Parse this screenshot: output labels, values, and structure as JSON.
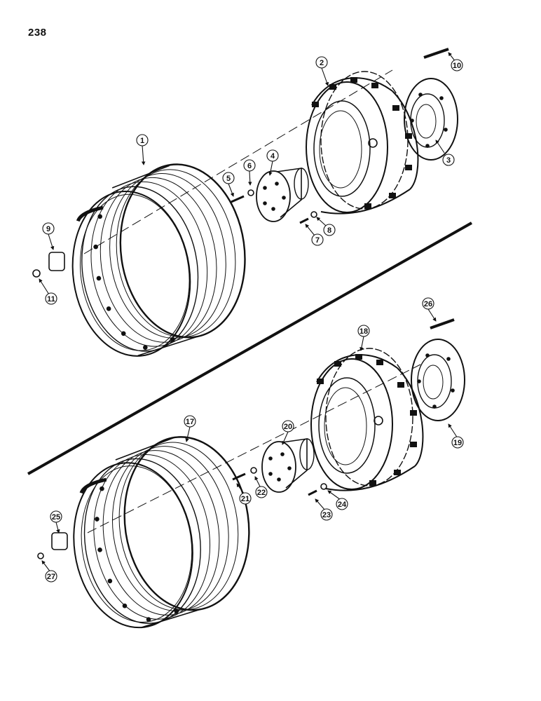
{
  "page": {
    "number": "238"
  },
  "callouts": [
    "1",
    "2",
    "3",
    "4",
    "5",
    "6",
    "7",
    "8",
    "9",
    "10",
    "11",
    "17",
    "18",
    "19",
    "20",
    "21",
    "22",
    "23",
    "24",
    "25",
    "26",
    "27"
  ],
  "colors": {
    "ink": "#111111",
    "paper": "#ffffff"
  }
}
